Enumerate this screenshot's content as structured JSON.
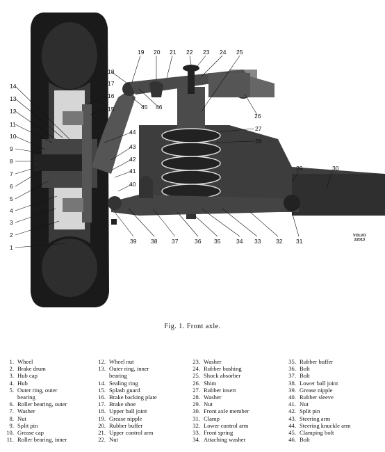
{
  "figure": {
    "caption": "Fig. 1.  Front axle.",
    "maker_mark": "VOLVO",
    "maker_code": "22013",
    "callouts": [
      "1",
      "2",
      "3",
      "4",
      "5",
      "6",
      "7",
      "8",
      "9",
      "10",
      "11",
      "12",
      "13",
      "14",
      "15",
      "16",
      "17",
      "18",
      "19",
      "20",
      "21",
      "22",
      "23",
      "24",
      "25",
      "26",
      "27",
      "28",
      "29",
      "30",
      "31",
      "32",
      "33",
      "34",
      "35",
      "36",
      "37",
      "38",
      "39",
      "40",
      "41",
      "42",
      "43",
      "44",
      "45",
      "46"
    ]
  },
  "legend": {
    "columns": [
      [
        {
          "num": "1.",
          "label": "Wheel"
        },
        {
          "num": "2.",
          "label": "Brake drum"
        },
        {
          "num": "3.",
          "label": "Hub cap"
        },
        {
          "num": "4.",
          "label": "Hub"
        },
        {
          "num": "5.",
          "label": "Outer ring, outer"
        },
        {
          "num": "",
          "label": "bearing"
        },
        {
          "num": "6.",
          "label": "Roller bearing, outer"
        },
        {
          "num": "7.",
          "label": "Washer"
        },
        {
          "num": "8.",
          "label": "Nut"
        },
        {
          "num": "9.",
          "label": "Split pin"
        },
        {
          "num": "10.",
          "label": "Grease cap"
        },
        {
          "num": "11.",
          "label": "Roller bearing, inner"
        }
      ],
      [
        {
          "num": "12.",
          "label": "Wheel nut"
        },
        {
          "num": "13.",
          "label": "Outer  ring,  inner"
        },
        {
          "num": "",
          "label": "bearing"
        },
        {
          "num": "14.",
          "label": "Sealing ring"
        },
        {
          "num": "15.",
          "label": "Splash guard"
        },
        {
          "num": "16.",
          "label": "Brake backing plate"
        },
        {
          "num": "17.",
          "label": "Brake shoe"
        },
        {
          "num": "18.",
          "label": "Upper ball joint"
        },
        {
          "num": "19.",
          "label": "Grease nipple"
        },
        {
          "num": "20.",
          "label": "Rubber buffer"
        },
        {
          "num": "21.",
          "label": "Upper control arm"
        },
        {
          "num": "22.",
          "label": "Nut"
        }
      ],
      [
        {
          "num": "23.",
          "label": "Washer"
        },
        {
          "num": "24.",
          "label": "Rubber bushing"
        },
        {
          "num": "25.",
          "label": "Shock absorber"
        },
        {
          "num": "26.",
          "label": "Shim"
        },
        {
          "num": "27.",
          "label": "Rubber insert"
        },
        {
          "num": "28.",
          "label": "Washer"
        },
        {
          "num": "29.",
          "label": "Nut"
        },
        {
          "num": "30.",
          "label": "Front axle member"
        },
        {
          "num": "31.",
          "label": "Clamp"
        },
        {
          "num": "32.",
          "label": "Lower control arm"
        },
        {
          "num": "33.",
          "label": "Front spring"
        },
        {
          "num": "34.",
          "label": "Attaching washer"
        }
      ],
      [
        {
          "num": "35.",
          "label": "Rubber buffer"
        },
        {
          "num": "36.",
          "label": "Bolt"
        },
        {
          "num": "37.",
          "label": "Bolt"
        },
        {
          "num": "38.",
          "label": "Lower ball joint"
        },
        {
          "num": "39.",
          "label": "Grease  nipple"
        },
        {
          "num": "40.",
          "label": "Rubber sleeve"
        },
        {
          "num": "41.",
          "label": "Nut"
        },
        {
          "num": "42.",
          "label": "Split pin"
        },
        {
          "num": "43.",
          "label": "Steering arm"
        },
        {
          "num": "44.",
          "label": "Steering knuckle arm"
        },
        {
          "num": "45.",
          "label": "Clamping bolt"
        },
        {
          "num": "46.",
          "label": "Bolt"
        }
      ]
    ]
  }
}
